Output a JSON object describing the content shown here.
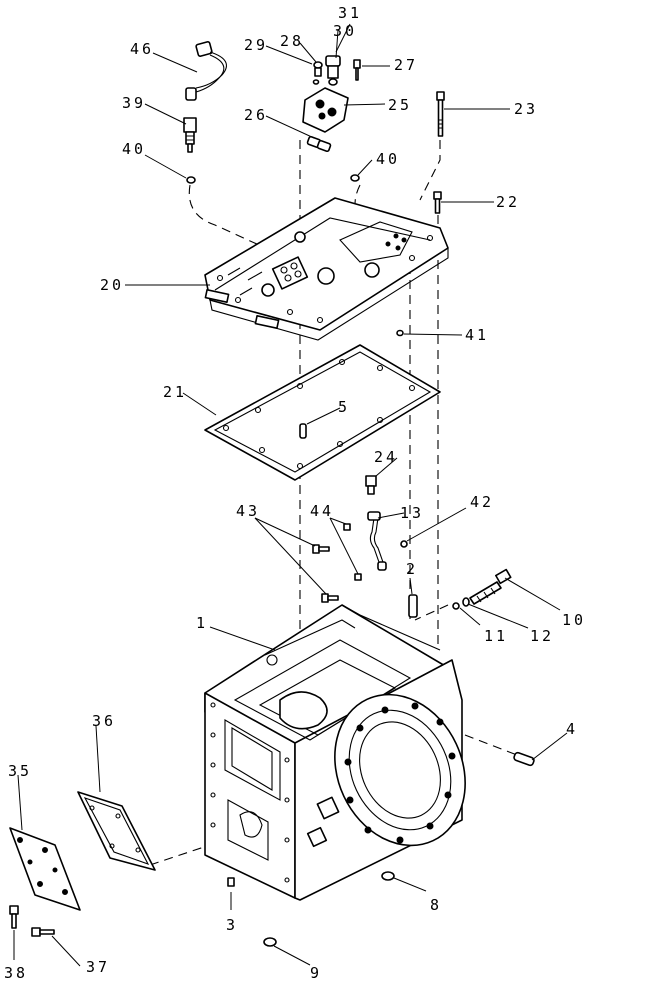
{
  "callouts": {
    "c1": "1",
    "c2": "2",
    "c3": "3",
    "c4": "4",
    "c5": "5",
    "c8": "8",
    "c9": "9",
    "c10": "10",
    "c11": "11",
    "c12": "12",
    "c13": "13",
    "c20": "20",
    "c21": "21",
    "c22": "22",
    "c23": "23",
    "c24": "24",
    "c25": "25",
    "c26": "26",
    "c27": "27",
    "c28": "28",
    "c29": "29",
    "c30": "30",
    "c31": "31",
    "c35": "35",
    "c36": "36",
    "c37": "37",
    "c38": "38",
    "c39": "39",
    "c40a": "40",
    "c40b": "40",
    "c41": "41",
    "c42": "42",
    "c43": "43",
    "c44": "44",
    "c46": "46"
  }
}
